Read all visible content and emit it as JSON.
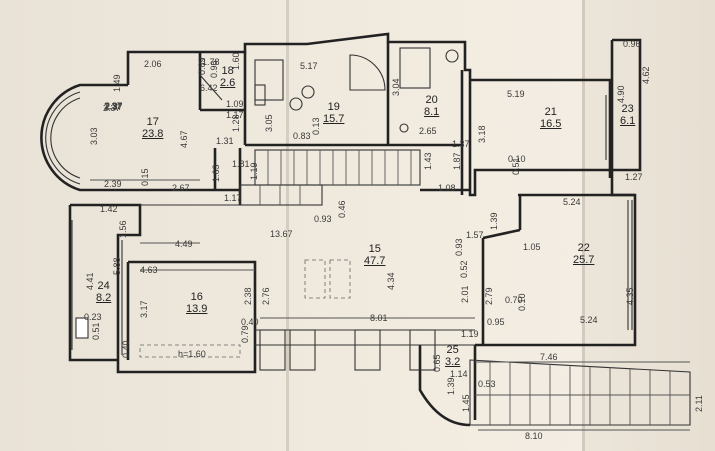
{
  "rooms": [
    {
      "no": "15",
      "area": "47.7"
    },
    {
      "no": "16",
      "area": "13.9"
    },
    {
      "no": "17",
      "area": "23.8"
    },
    {
      "no": "18",
      "area": "2.6"
    },
    {
      "no": "19",
      "area": "15.7"
    },
    {
      "no": "20",
      "area": "8.1"
    },
    {
      "no": "21",
      "area": "16.5"
    },
    {
      "no": "22",
      "area": "25.7"
    },
    {
      "no": "23",
      "area": "6.1"
    },
    {
      "no": "24",
      "area": "8.2"
    },
    {
      "no": "25",
      "area": "3.2"
    }
  ],
  "dimensions": [
    "2.06",
    "1.78",
    "1.60",
    "0.89",
    "0.96",
    "1.49",
    "2.37",
    "3.03",
    "6.42",
    "4.67",
    "1.09",
    "1.17",
    "1.28",
    "1.31",
    "1.81",
    "1.63",
    "1.19",
    "2.39",
    "0.15",
    "2.67",
    "1.17",
    "3.05",
    "0.83",
    "0.13",
    "5.17",
    "3.04",
    "1.37",
    "2.65",
    "1.43",
    "1.87",
    "1.08",
    "5.19",
    "3.18",
    "0.10",
    "0.51",
    "4.90",
    "0.96",
    "4.62",
    "1.27",
    "5.24",
    "13.67",
    "0.93",
    "0.46",
    "1.39",
    "1.57",
    "0.93",
    "1.05",
    "0.52",
    "4.34",
    "1.42",
    "1.56",
    "4.63",
    "4.49",
    "4.41",
    "5.88",
    "0.23",
    "0.51",
    "3.17",
    "2.38",
    "2.76",
    "0.40",
    "0.79",
    "0.40",
    "h=1.60",
    "8.01",
    "2.01",
    "2.79",
    "0.10",
    "0.70",
    "0.95",
    "5.24",
    "4.35",
    "0.65",
    "1.19",
    "1.14",
    "7.46",
    "1.39",
    "0.53",
    "1.45",
    "2.11",
    "8.10"
  ]
}
